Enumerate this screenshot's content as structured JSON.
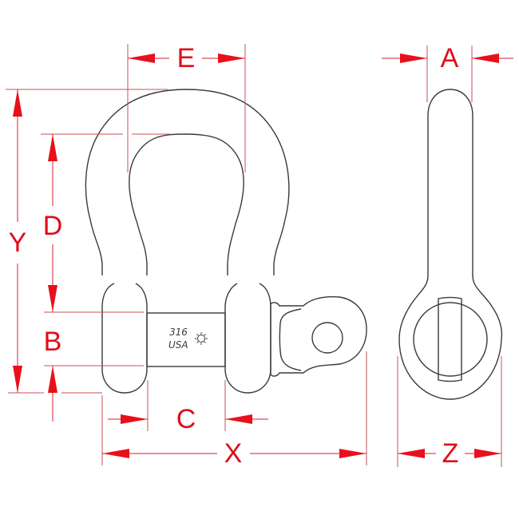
{
  "diagram": {
    "type": "technical-drawing",
    "subject": "screw pin anchor shackle",
    "views": [
      "front",
      "side"
    ],
    "stamp": {
      "line1": "316",
      "line2": "USA",
      "symbol": "sun-icon"
    },
    "dimensions": {
      "E": "E",
      "A": "A",
      "Y": "Y",
      "D": "D",
      "B": "B",
      "C": "C",
      "X": "X",
      "Z": "Z"
    },
    "colors": {
      "dimension": "#e00d1a",
      "outline": "#3a3a3a",
      "background": "#ffffff"
    }
  }
}
